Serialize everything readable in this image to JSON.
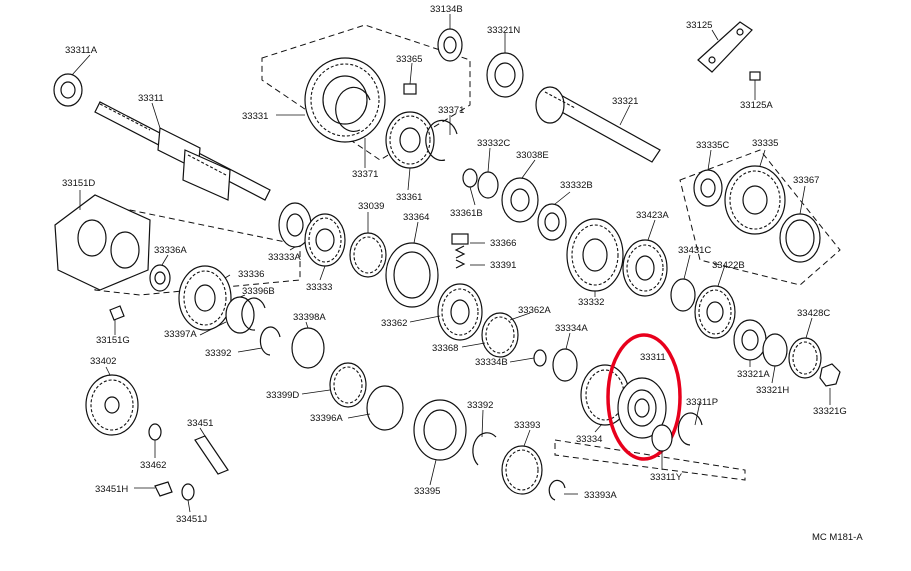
{
  "diagram_code": "MC M181-A",
  "highlight_color": "#e8001c",
  "labels": {
    "p33134B": "33134B",
    "p33311A": "33311A",
    "p33365": "33365",
    "p33321N": "33321N",
    "p33125": "33125",
    "p33125A": "33125A",
    "p33311": "33311",
    "p33331": "33331",
    "p33371a": "33371",
    "p33371b": "33371",
    "p33321": "33321",
    "p33332C": "33332C",
    "p33038E": "33038E",
    "p33335C": "33335C",
    "p33335": "33335",
    "p33367": "33367",
    "p33361": "33361",
    "p33361B": "33361B",
    "p33332B": "33332B",
    "p33151D": "33151D",
    "p33039": "33039",
    "p33364": "33364",
    "p33423A": "33423A",
    "p33366": "33366",
    "p33391": "33391",
    "p33431C": "33431C",
    "p33422B": "33422B",
    "p33336A": "33336A",
    "p33333A": "33333A",
    "p33336": "33336",
    "p33333": "33333",
    "p33332": "33332",
    "p33396B": "33396B",
    "p33362A": "33362A",
    "p33428C": "33428C",
    "p33151G": "33151G",
    "p33397A": "33397A",
    "p33398A": "33398A",
    "p33362": "33362",
    "p33334A": "33334A",
    "p33392a": "33392",
    "p33368": "33368",
    "p33334B": "33334B",
    "p33311Z": "33311",
    "p33321A": "33321A",
    "p33321H": "33321H",
    "p33402": "33402",
    "p33311P": "33311P",
    "p33399D": "33399D",
    "p33321G": "33321G",
    "p33396A": "33396A",
    "p33392b": "33392",
    "p33393": "33393",
    "p33334": "33334",
    "p33451": "33451",
    "p33462": "33462",
    "p33311Y": "33311Y",
    "p33451H": "33451H",
    "p33395": "33395",
    "p33393A": "33393A",
    "p33451J": "33451J"
  }
}
